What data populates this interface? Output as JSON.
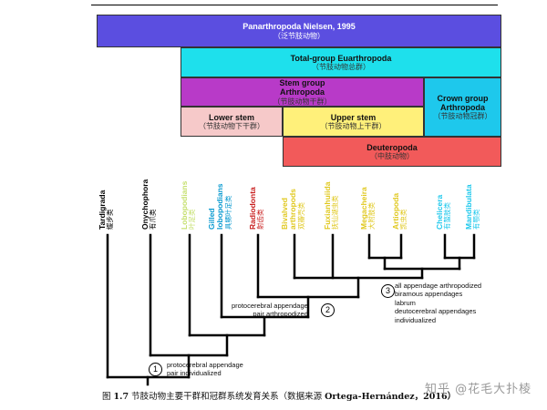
{
  "boxes": {
    "panarthropoda": {
      "title": "Panarthropoda Nielsen, 1995",
      "sub": "（泛节肢动物）",
      "color": "#5b4ee0"
    },
    "total_group": {
      "title": "Total-group Euarthropoda",
      "sub": "（节肢动物总群）",
      "color": "#1ee0ec"
    },
    "stem_group": {
      "title": "Stem group",
      "title2": "Arthropoda",
      "sub": "（节肢动物干群）",
      "color": "#b83ac8"
    },
    "crown_group": {
      "title": "Crown group",
      "title2": "Arthropoda",
      "sub": "（节肢动物冠群）",
      "color": "#1ec8ec"
    },
    "lower_stem": {
      "title": "Lower stem",
      "sub": "（节肢动物下干群）",
      "color": "#f6c9c9"
    },
    "upper_stem": {
      "title": "Upper stem",
      "sub": "（节肢动物上干群）",
      "color": "#fff07a"
    },
    "deuteropoda": {
      "title": "Deuteropoda",
      "sub": "（中肢动物）",
      "color": "#f25a5a"
    }
  },
  "taxa": [
    {
      "name": "Tardigrada",
      "cn": "缓步类",
      "color": "#000000"
    },
    {
      "name": "Onychophora",
      "cn": "有爪类",
      "color": "#000000"
    },
    {
      "name": "Lobopodians",
      "cn": "叶足类",
      "color": "#c6e070"
    },
    {
      "name": "Gilled",
      "name2": "lobopodians",
      "cn": "具鳃叶足类",
      "color": "#0a9ad0"
    },
    {
      "name": "Radiodonta",
      "cn": "射齿类",
      "color": "#c81e1e"
    },
    {
      "name": "Bivalved",
      "name2": "arthropods",
      "cn": "双瓣壳类",
      "color": "#e0c81e"
    },
    {
      "name": "Fuxianhuiida",
      "cn": "抚仙湖虫类",
      "color": "#e0c81e"
    },
    {
      "name": "Megacheira",
      "cn": "大附肢类",
      "color": "#e0c81e"
    },
    {
      "name": "Artiopoda",
      "cn": "凯虫类",
      "color": "#e0c81e"
    },
    {
      "name": "Chelicera",
      "cn": "有螯肢类",
      "color": "#1ec8ec"
    },
    {
      "name": "Mandibulata",
      "cn": "有颚类",
      "color": "#1ec8ec"
    }
  ],
  "nodes": {
    "n1": {
      "num": "1",
      "lines": [
        "protocerebral  appendage",
        "pair individualized"
      ]
    },
    "n2": {
      "num": "2",
      "lines": [
        "protocerebral  appendage",
        "pair arthropodized"
      ]
    },
    "n3": {
      "num": "3",
      "lines": [
        "all appendage arthropodized",
        "biramous appendages",
        "labrum",
        "deutocerebral appendages",
        "individualized"
      ]
    }
  },
  "caption": {
    "prefix": "图 ",
    "fig": "1.7",
    "text": " 节肢动物主要干群和冠群系统发育关系（数据来源 ",
    "author": "Ortega-Hernández，2016）"
  },
  "watermark": "知乎 @花毛大扑棱"
}
